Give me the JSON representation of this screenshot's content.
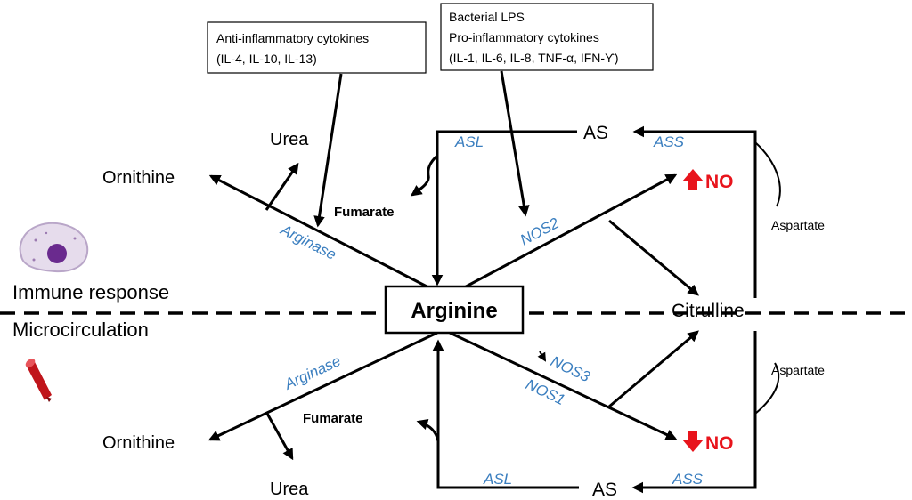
{
  "colors": {
    "enzyme": "#3a7ebf",
    "no_arrow": "#e8141c",
    "line": "#000000"
  },
  "boxes": {
    "anti_inflammatory": {
      "line1": "Anti-inflammatory cytokines",
      "line2": "(IL-4, IL-10, IL-13)"
    },
    "pro_inflammatory": {
      "line1": "Bacterial LPS",
      "line2": "Pro-inflammatory cytokines",
      "line3": "(IL-1, IL-6, IL-8, TNF-α, IFN-Ƴ)"
    }
  },
  "sections": {
    "top": "Immune response",
    "bottom": "Microcirculation"
  },
  "center": {
    "arginine": "Arginine",
    "citrulline": "Citrulline"
  },
  "top": {
    "ornithine": "Ornithine",
    "urea": "Urea",
    "fumarate": "Fumarate",
    "as": "AS",
    "asl": "ASL",
    "ass": "ASS",
    "arginase": "Arginase",
    "nos": "NOS2",
    "no": "NO",
    "aspartate": "Aspartate"
  },
  "bottom": {
    "ornithine": "Ornithine",
    "urea": "Urea",
    "fumarate": "Fumarate",
    "as": "AS",
    "asl": "ASL",
    "ass": "ASS",
    "arginase": "Arginase",
    "nos3": "NOS3",
    "nos1": "NOS1",
    "no": "NO",
    "aspartate": "Aspartate"
  },
  "icons": {
    "top": "immune-cell-icon",
    "bottom": "blood-vessel-icon"
  }
}
